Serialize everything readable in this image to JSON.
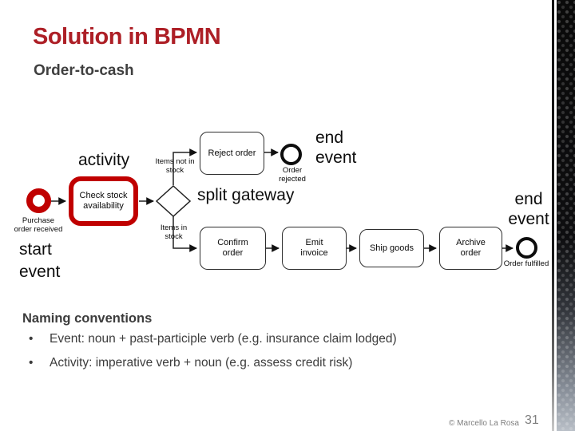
{
  "slide": {
    "title": "Solution in BPMN",
    "subtitle": "Order-to-cash",
    "footer": {
      "copyright": "© Marcello La Rosa",
      "page_number": "31"
    }
  },
  "colors": {
    "title_red": "#AD1F26",
    "highlight_red": "#C00000",
    "body_text": "#3C3C3C",
    "footer_gray": "#7E7E7E",
    "flow_line": "#222222"
  },
  "annotations": {
    "activity": "activity",
    "start_event": "start event",
    "end_event_top": "end event",
    "end_event_right": "end event",
    "split_gateway": "split gateway"
  },
  "bpmn": {
    "start_event_label": "Purchase order received",
    "tasks": {
      "check_stock": "Check stock availability",
      "reject_order": "Reject order",
      "confirm_order": "Confirm order",
      "emit_invoice": "Emit invoice",
      "ship_goods": "Ship goods",
      "archive_order": "Archive order"
    },
    "gateway_labels": {
      "not_in_stock": "Items not in stock",
      "in_stock": "Items in stock"
    },
    "end_event_labels": {
      "rejected": "Order rejected",
      "fulfilled": "Order fulfilled"
    }
  },
  "naming_conventions": {
    "heading": "Naming conventions",
    "bullet": "•",
    "bullets": [
      "Event: noun + past-participle verb (e.g. insurance claim lodged)",
      "Activity: imperative verb + noun (e.g. assess credit risk)"
    ]
  }
}
